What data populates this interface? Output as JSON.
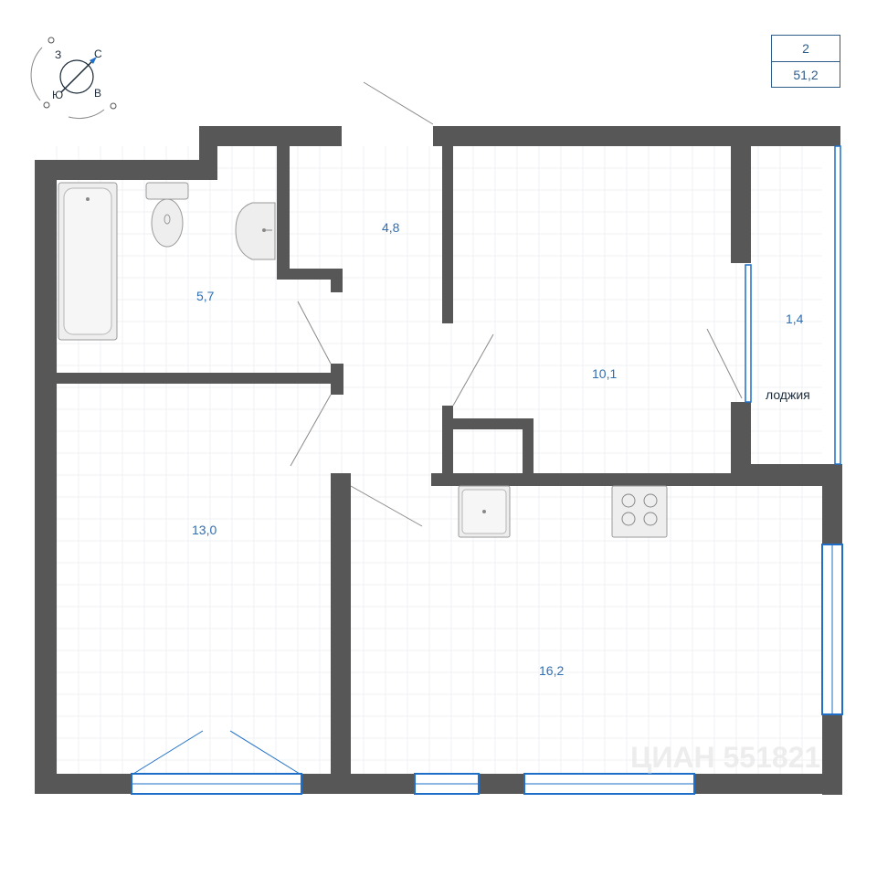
{
  "info": {
    "rooms": "2",
    "total_area": "51,2"
  },
  "compass": {
    "north": "С",
    "east": "В",
    "south": "Ю",
    "west": "З"
  },
  "rooms": {
    "bathroom": "5,7",
    "hall": "4,8",
    "bedroom": "13,0",
    "room": "10,1",
    "loggia_area": "1,4",
    "loggia_label": "лоджия",
    "kitchen": "16,2"
  },
  "colors": {
    "wall": "#575757",
    "label": "#2f6fb3",
    "window": "#1f6fc8"
  },
  "watermark": "ЦИАН 551821"
}
